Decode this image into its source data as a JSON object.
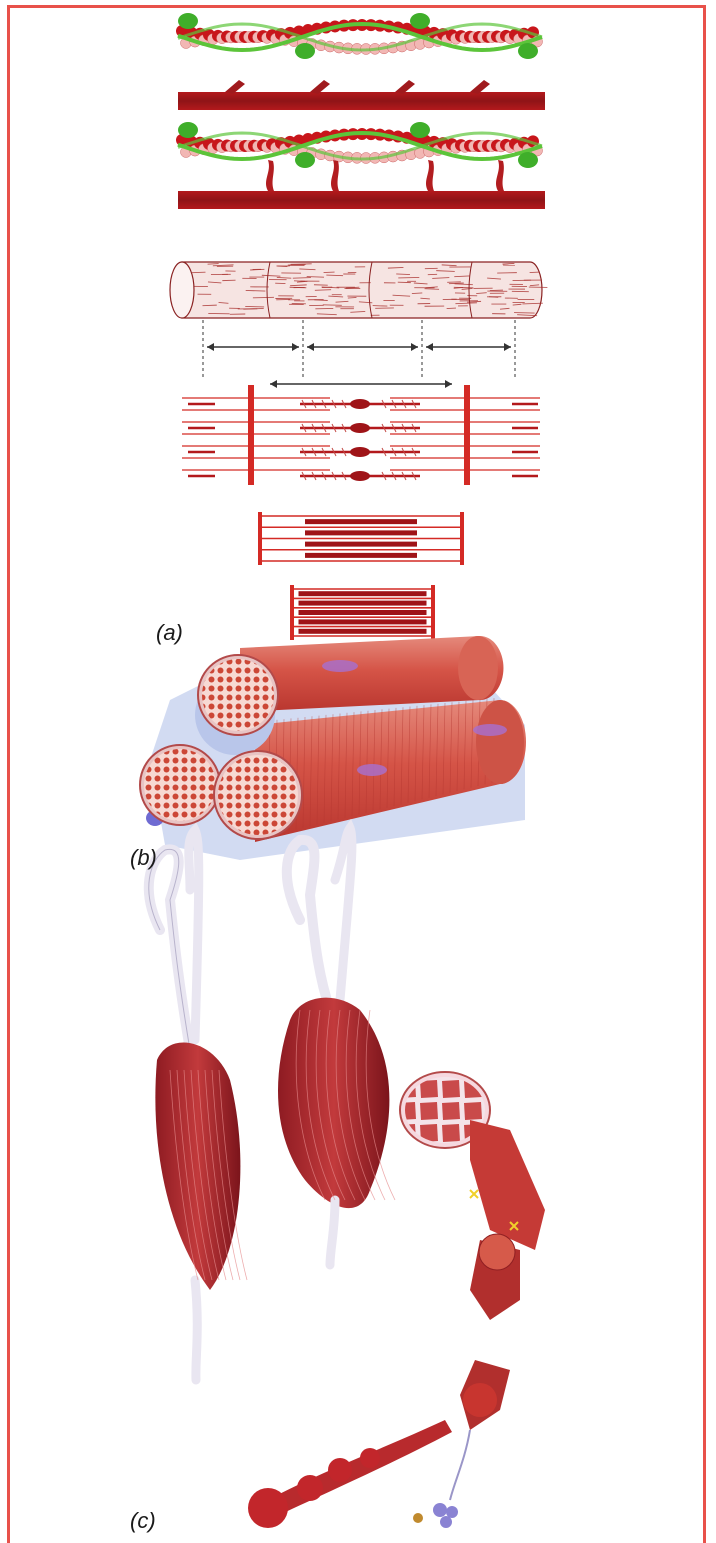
{
  "panels": {
    "a": {
      "label": "(a)"
    },
    "b": {
      "label": "(b)"
    },
    "c": {
      "label": "(c)"
    }
  },
  "colors": {
    "frame": "#e8514a",
    "actin_dark": "#c8161b",
    "actin_light": "#f2b7b4",
    "tropomyosin": "#5cc43a",
    "troponin": "#3fae2a",
    "myosin_bar": "#a01a1d",
    "filament_red": "#d42a25",
    "fiber_pink": "#e07a6c",
    "connective": "#b9c6ea",
    "nucleus": "#a96fc9",
    "muscle_red": "#b3272d",
    "tendon": "#e9e6f1"
  },
  "icons": [
    "actin-filament-icon",
    "myofibril-icon",
    "sarcomere-icon",
    "muscle-fiber-bundle-icon",
    "whole-muscle-icon"
  ]
}
